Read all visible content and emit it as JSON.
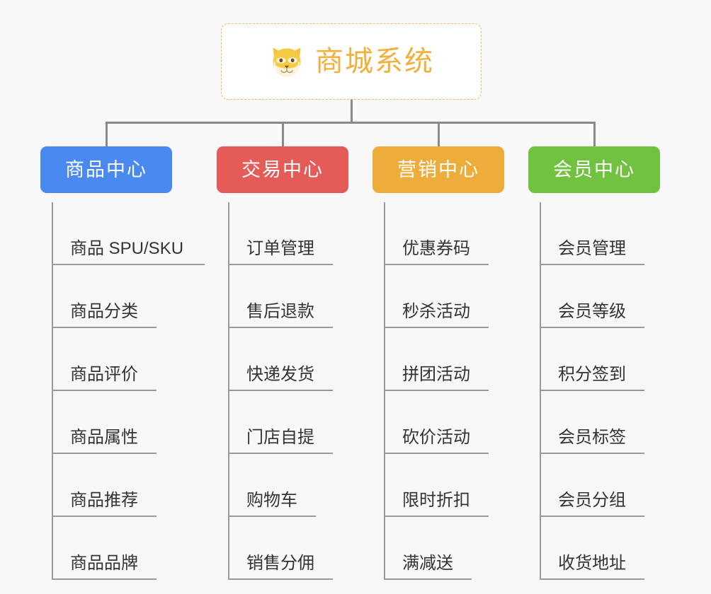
{
  "diagram": {
    "type": "org-tree",
    "background_color": "#f8f8f8",
    "root": {
      "title": "商城系统",
      "icon": "shiba-dog-face-icon",
      "title_color": "#f0b03c",
      "border_color": "#f0b95e",
      "background_color": "#ffffff"
    },
    "connector_color": "#8a8a8a",
    "leaf_line_color": "#9a9a9a",
    "leaf_text_color": "#333333",
    "categories": [
      {
        "label": "商品中心",
        "color": "#4a8af0",
        "items": [
          "商品 SPU/SKU",
          "商品分类",
          "商品评价",
          "商品属性",
          "商品推荐",
          "商品品牌"
        ]
      },
      {
        "label": "交易中心",
        "color": "#e45b58",
        "items": [
          "订单管理",
          "售后退款",
          "快递发货",
          "门店自提",
          "购物车",
          "销售分佣"
        ]
      },
      {
        "label": "营销中心",
        "color": "#eeac3a",
        "items": [
          "优惠券码",
          "秒杀活动",
          "拼团活动",
          "砍价活动",
          "限时折扣",
          "满减送"
        ]
      },
      {
        "label": "会员中心",
        "color": "#72c241",
        "items": [
          "会员管理",
          "会员等级",
          "积分签到",
          "会员标签",
          "会员分组",
          "收货地址"
        ]
      }
    ]
  }
}
